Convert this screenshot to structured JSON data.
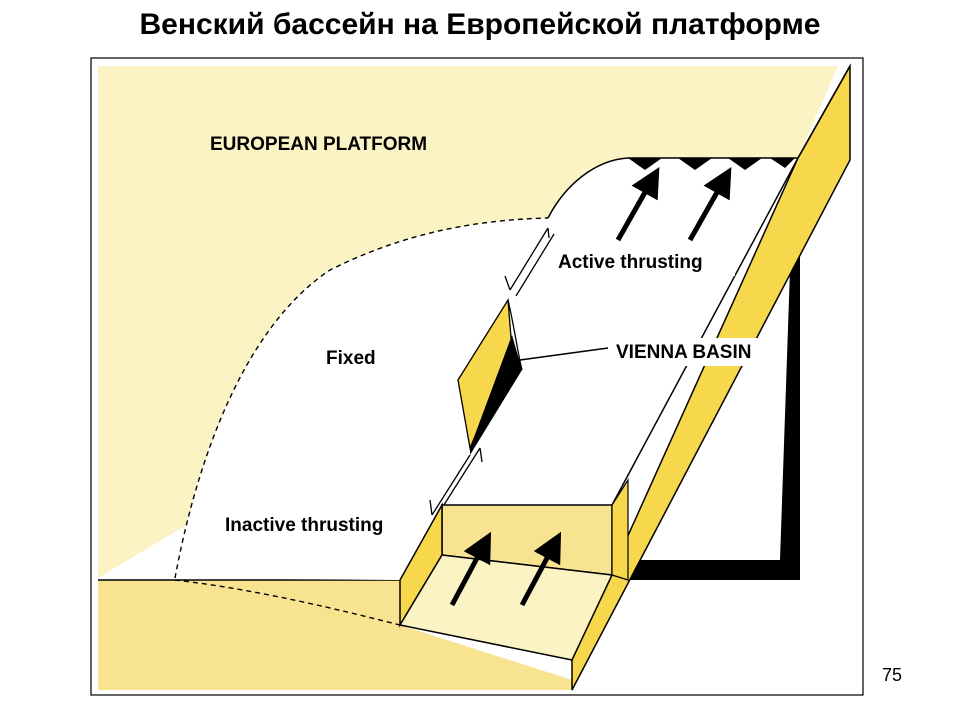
{
  "title": "Венский бассейн на Европейской платформе",
  "page_number": "75",
  "labels": {
    "platform": "EUROPEAN PLATFORM",
    "active": "Active thrusting",
    "fixed": "Fixed",
    "inactive": "Inactive thrusting",
    "basin": "VIENNA BASIN"
  },
  "colors": {
    "platform_fill": "#FBF3C4",
    "side_fill": "#F7E390",
    "yellow": "#F7D74C",
    "black": "#000000",
    "white": "#FFFFFF"
  }
}
